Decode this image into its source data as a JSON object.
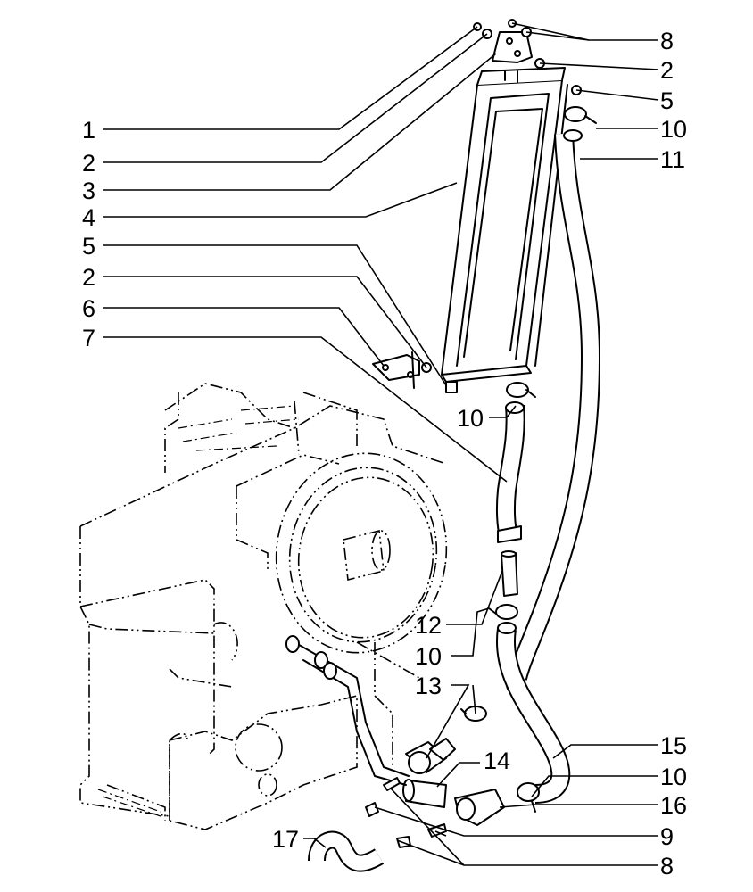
{
  "callouts": [
    {
      "id": "c-8-top",
      "label": "8"
    },
    {
      "id": "c-2-top",
      "label": "2"
    },
    {
      "id": "c-5-top",
      "label": "5"
    },
    {
      "id": "c-10-top",
      "label": "10"
    },
    {
      "id": "c-11",
      "label": "11"
    },
    {
      "id": "c-1",
      "label": "1"
    },
    {
      "id": "c-2-left",
      "label": "2"
    },
    {
      "id": "c-3",
      "label": "3"
    },
    {
      "id": "c-4",
      "label": "4"
    },
    {
      "id": "c-5-left",
      "label": "5"
    },
    {
      "id": "c-2-left2",
      "label": "2"
    },
    {
      "id": "c-6",
      "label": "6"
    },
    {
      "id": "c-7",
      "label": "7"
    },
    {
      "id": "c-10-mid",
      "label": "10"
    },
    {
      "id": "c-12",
      "label": "12"
    },
    {
      "id": "c-10-low",
      "label": "10"
    },
    {
      "id": "c-13",
      "label": "13"
    },
    {
      "id": "c-14",
      "label": "14"
    },
    {
      "id": "c-15",
      "label": "15"
    },
    {
      "id": "c-10-right",
      "label": "10"
    },
    {
      "id": "c-16",
      "label": "16"
    },
    {
      "id": "c-9",
      "label": "9"
    },
    {
      "id": "c-17",
      "label": "17"
    },
    {
      "id": "c-8-bottom",
      "label": "8"
    }
  ]
}
